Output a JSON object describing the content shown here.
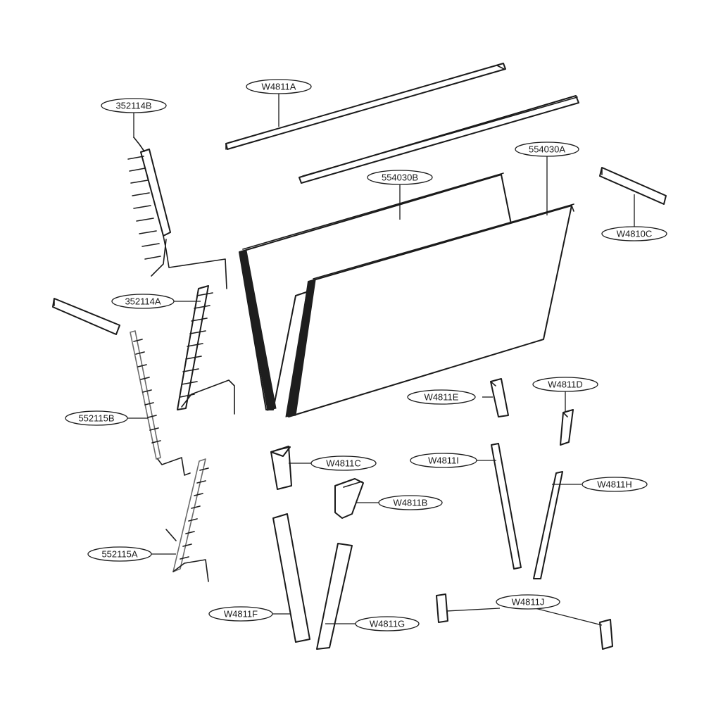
{
  "callouts": [
    {
      "id": "W4811A",
      "label": "W4811A"
    },
    {
      "id": "352114B",
      "label": "352114B"
    },
    {
      "id": "554030A",
      "label": "554030A"
    },
    {
      "id": "554030B",
      "label": "554030B"
    },
    {
      "id": "W4810C",
      "label": "W4810C"
    },
    {
      "id": "352114A",
      "label": "352114A"
    },
    {
      "id": "W4811E",
      "label": "W4811E"
    },
    {
      "id": "W4811D",
      "label": "W4811D"
    },
    {
      "id": "552115B",
      "label": "552115B"
    },
    {
      "id": "W4811C",
      "label": "W4811C"
    },
    {
      "id": "W4811I",
      "label": "W4811I"
    },
    {
      "id": "W4811H",
      "label": "W4811H"
    },
    {
      "id": "W4811B",
      "label": "W4811B"
    },
    {
      "id": "552115A",
      "label": "552115A"
    },
    {
      "id": "W4811J",
      "label": "W4811J"
    },
    {
      "id": "W4811F",
      "label": "W4811F"
    },
    {
      "id": "W4811G",
      "label": "W4811G"
    }
  ]
}
